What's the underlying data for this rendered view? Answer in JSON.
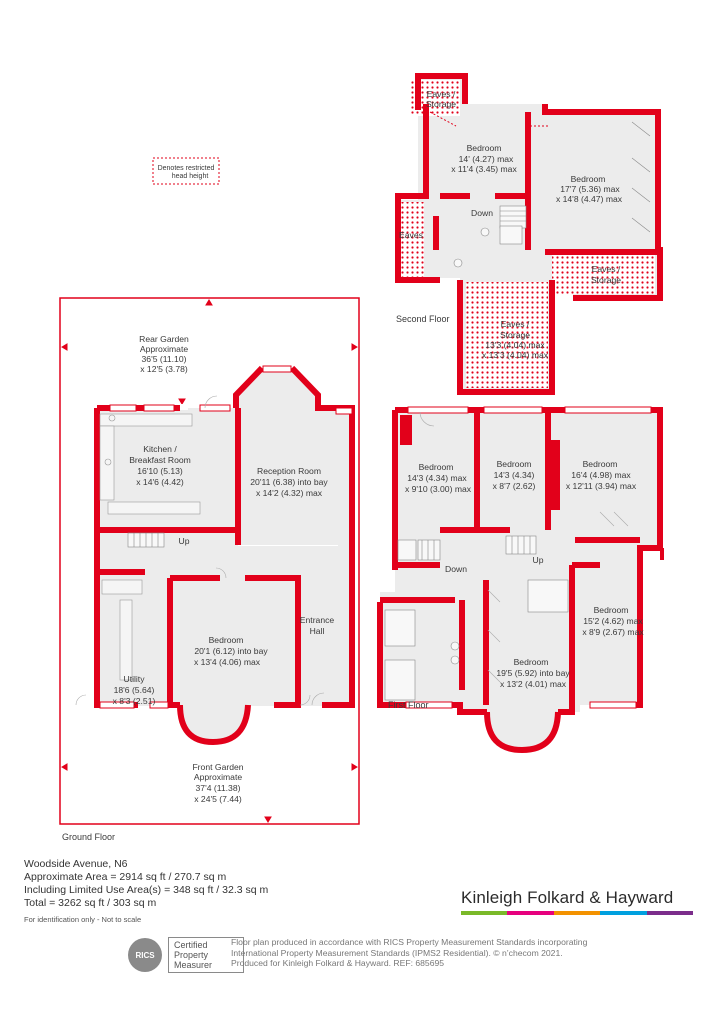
{
  "legend": {
    "line1": "Denotes restricted",
    "line2": "head height"
  },
  "floors": {
    "second": {
      "label": "Second Floor",
      "rooms": {
        "eaves_storage_top": {
          "l1": "Eaves /",
          "l2": "Storage"
        },
        "bedroom_left": {
          "l1": "Bedroom",
          "l2": "14' (4.27) max",
          "l3": "x 11'4 (3.45) max"
        },
        "bedroom_right": {
          "l1": "Bedroom",
          "l2": "17'7 (5.36) max",
          "l3": "x 14'8 (4.47) max"
        },
        "down": "Down",
        "eaves_left": "Eaves",
        "eaves_storage_right": {
          "l1": "Eaves /",
          "l2": "Storage"
        },
        "eaves_storage_bottom": {
          "l1": "Eaves /",
          "l2": "Storage",
          "l3": "13'3 (4.04) max",
          "l4": "x 13'3 (4.04) max"
        }
      }
    },
    "ground": {
      "label": "Ground Floor",
      "rooms": {
        "rear_garden": {
          "l1": "Rear Garden",
          "l2": "Approximate",
          "l3": "36'5 (11.10)",
          "l4": "x 12'5 (3.78)"
        },
        "kitchen": {
          "l1": "Kitchen /",
          "l2": "Breakfast Room",
          "l3": "16'10 (5.13)",
          "l4": "x 14'6 (4.42)"
        },
        "reception": {
          "l1": "Reception Room",
          "l2": "20'11 (6.38) into bay",
          "l3": "x 14'2 (4.32) max"
        },
        "up": "Up",
        "entrance": {
          "l1": "Entrance",
          "l2": "Hall"
        },
        "bedroom": {
          "l1": "Bedroom",
          "l2": "20'1 (6.12) into bay",
          "l3": "x 13'4 (4.06) max"
        },
        "utility": {
          "l1": "Utility",
          "l2": "18'6 (5.64)",
          "l3": "x 8'3 (2.51)"
        },
        "front_garden": {
          "l1": "Front Garden",
          "l2": "Approximate",
          "l3": "37'4 (11.38)",
          "l4": "x 24'5 (7.44)"
        }
      }
    },
    "first": {
      "label": "First Floor",
      "rooms": {
        "bedroom_a": {
          "l1": "Bedroom",
          "l2": "14'3 (4.34) max",
          "l3": "x 9'10 (3.00) max"
        },
        "bedroom_b": {
          "l1": "Bedroom",
          "l2": "14'3 (4.34)",
          "l3": "x 8'7 (2.62)"
        },
        "bedroom_c": {
          "l1": "Bedroom",
          "l2": "16'4 (4.98) max",
          "l3": "x 12'11 (3.94) max"
        },
        "down": "Down",
        "up": "Up",
        "bedroom_d": {
          "l1": "Bedroom",
          "l2": "15'2 (4.62) max",
          "l3": "x 8'9 (2.67) max"
        },
        "bedroom_e": {
          "l1": "Bedroom",
          "l2": "19'5 (5.92) into bay",
          "l3": "x 13'2 (4.01) max"
        }
      }
    }
  },
  "info": {
    "address": "Woodside Avenue, N6",
    "approx_area": "Approximate Area = 2914 sq ft / 270.7 sq m",
    "limited_use": "Including Limited Use Area(s) = 348 sq ft / 32.3 sq m",
    "total": "Total = 3262 sq ft / 303 sq m",
    "disclaimer": "For identification only - Not to scale"
  },
  "rics": {
    "logo": "RICS",
    "badge1": "Certified",
    "badge2": "Property",
    "badge3": "Measurer"
  },
  "statement": {
    "l1": "Floor plan produced in accordance with RICS Property Measurement Standards incorporating",
    "l2": "International Property Measurement Standards (IPMS2 Residential).  © n’checom 2021.",
    "l3": "Produced for Kinleigh Folkard & Hayward.   REF: 685695"
  },
  "brand": {
    "name": "Kinleigh Folkard & Hayward",
    "bar_colors": [
      "#7ab929",
      "#e6007e",
      "#f39200",
      "#00a0df",
      "#7b2d8b"
    ]
  },
  "colors": {
    "wall": "#e2001a",
    "floor": "#ececec",
    "hatch": "#e2001a"
  }
}
